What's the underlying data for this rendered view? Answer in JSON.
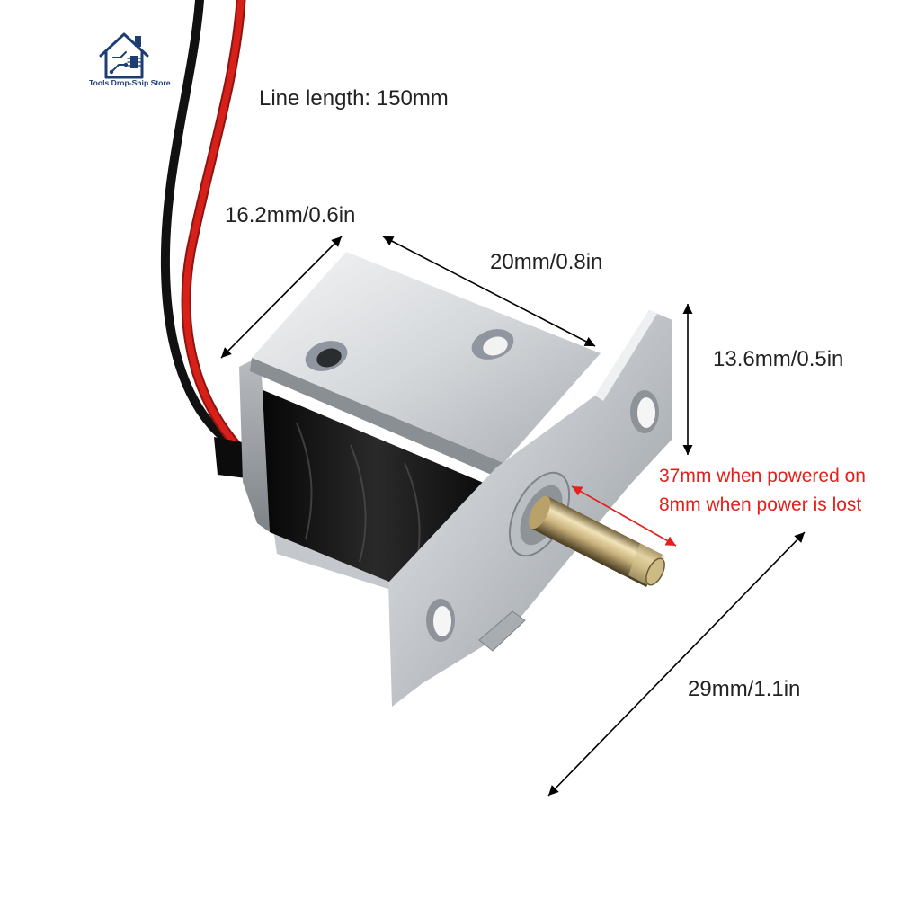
{
  "logo": {
    "icon": "house-circuit-icon",
    "text": "Tools Drop-Ship Store"
  },
  "annotations": {
    "line_length": "Line length: 150mm",
    "width": "16.2mm/0.6in",
    "length": "20mm/0.8in",
    "height": "13.6mm/0.5in",
    "stroke_powered_on": "37mm when powered on",
    "stroke_power_lost": "8mm when power is lost",
    "total_length": "29mm/1.1in"
  },
  "colors": {
    "dimension_text": "#222222",
    "power_text": "#e3201b",
    "logo": "#1d3d73",
    "wire_black": "#111111",
    "wire_red": "#d8201a"
  }
}
